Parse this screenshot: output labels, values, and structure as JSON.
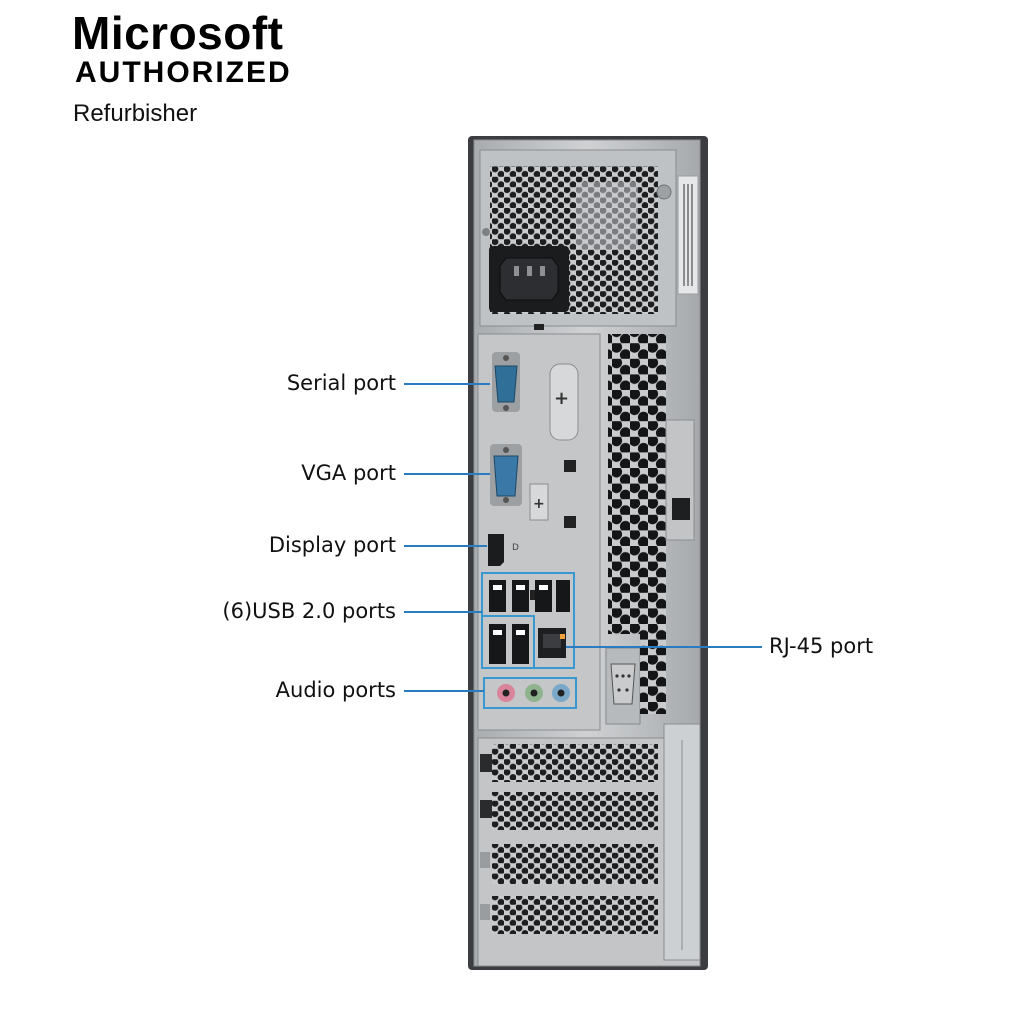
{
  "branding": {
    "title": "Microsoft",
    "subtitle": "AUTHORIZED",
    "tagline": "Refurbisher"
  },
  "callouts": [
    {
      "id": "serial",
      "label": "Serial port"
    },
    {
      "id": "vga",
      "label": "VGA port"
    },
    {
      "id": "displayport",
      "label": "Display port"
    },
    {
      "id": "usb",
      "label": "(6)USB 2.0 ports"
    },
    {
      "id": "audio",
      "label": "Audio ports"
    },
    {
      "id": "rj45",
      "label": "RJ-45 port"
    }
  ],
  "colors": {
    "callout_line": "#2a7bbf",
    "highlight_box": "#3a98d0",
    "chassis": "#b9bcbf",
    "chassis_dark": "#3b3d40",
    "port_blue": "#2f6f98",
    "audio_pink": "#d9849a",
    "audio_green": "#8fb38c",
    "audio_blue": "#7aa8c9"
  }
}
